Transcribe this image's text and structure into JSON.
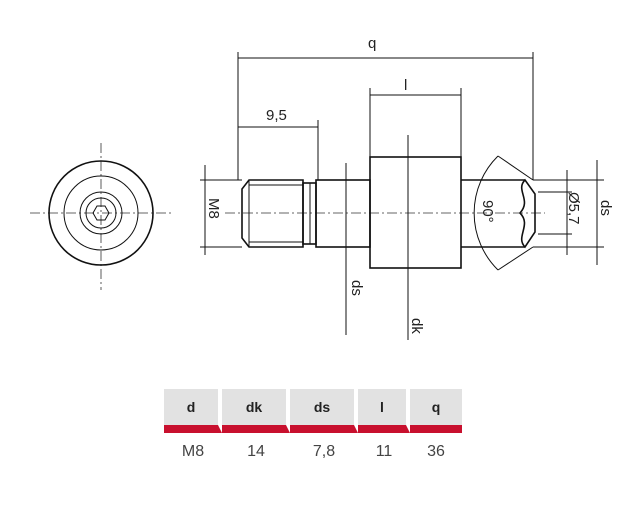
{
  "drawing": {
    "dimensions": {
      "q": "q",
      "nine_five": "9,5",
      "l": "l",
      "m8": "M8",
      "ds_left": "ds",
      "dk": "dk",
      "angle": "90°",
      "dia": "Ø5,7",
      "ds_right": "ds"
    }
  },
  "table": {
    "headers": [
      "d",
      "dk",
      "ds",
      "l",
      "q"
    ],
    "values": [
      "M8",
      "14",
      "7,8",
      "11",
      "36"
    ],
    "accent_color": "#c8102e"
  }
}
